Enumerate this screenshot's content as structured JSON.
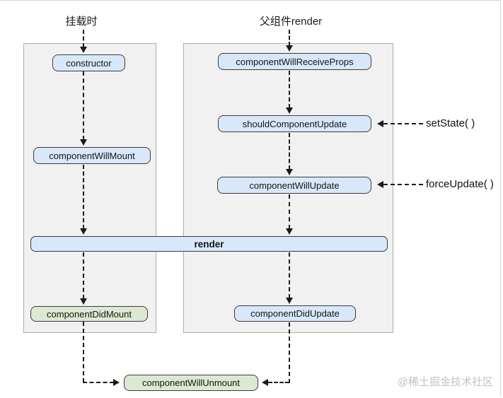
{
  "titles": {
    "mount": "挂载时",
    "parent_render": "父组件render"
  },
  "nodes": {
    "constructor": "constructor",
    "componentWillMount": "componentWillMount",
    "componentDidMount": "componentDidMount",
    "componentWillReceiveProps": "componentWillReceiveProps",
    "shouldComponentUpdate": "shouldComponentUpdate",
    "componentWillUpdate": "componentWillUpdate",
    "componentDidUpdate": "componentDidUpdate",
    "render": "render",
    "componentWillUnmount": "componentWillUnmount"
  },
  "annotations": {
    "set_state": "setState( )",
    "force_update": "forceUpdate( )"
  },
  "watermark": "@稀土掘金技术社区",
  "colors": {
    "node_fill_blue": "#d8e8fa",
    "node_fill_green": "#dbe9d3",
    "node_border": "#3b3b3b",
    "panel_fill": "#f1f1f1",
    "panel_border": "#ababab",
    "arrow": "#1a1a1a",
    "watermark": "#c2c2c2"
  }
}
